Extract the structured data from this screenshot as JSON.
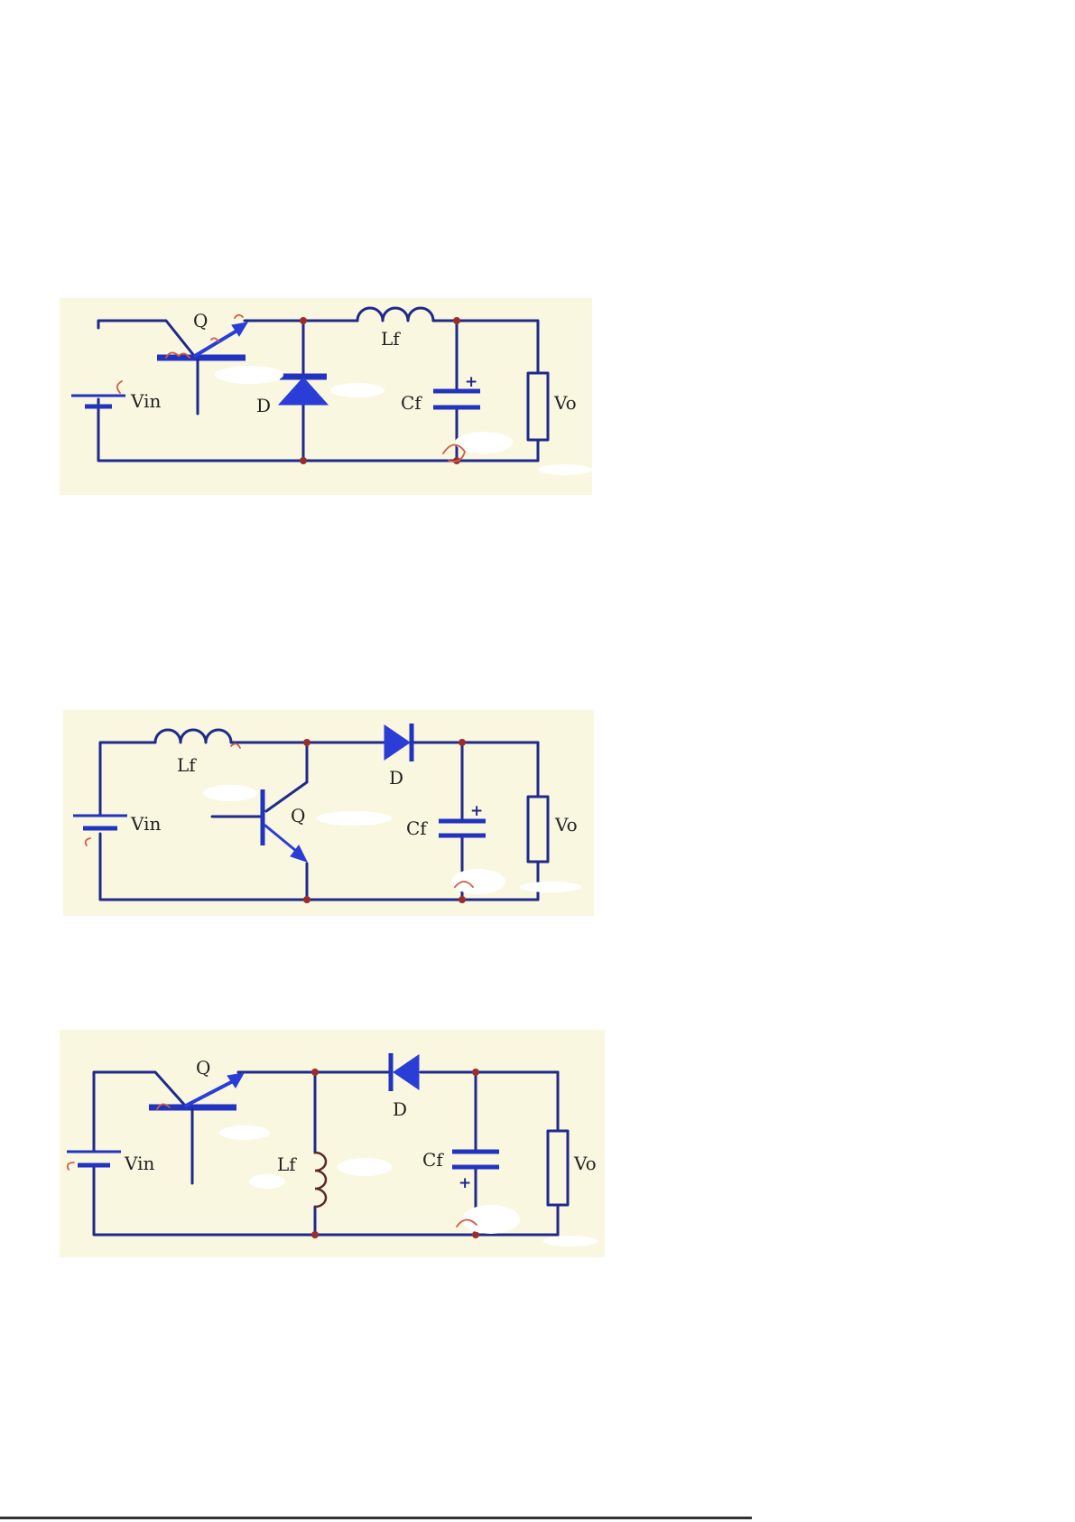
{
  "colors": {
    "panel_background": "#f9f7e0",
    "wire": "#1f2a8a",
    "component_fill": "#2a3dd6",
    "junction": "#9a2e2e",
    "pencil_marks": "#d35b45"
  },
  "diagrams": [
    {
      "topology": "buck",
      "labels": {
        "switch": "Q",
        "inductor": "Lf",
        "source": "Vin",
        "diode": "D",
        "capacitor": "Cf",
        "load": "Vo",
        "polarity": "+"
      }
    },
    {
      "topology": "boost",
      "labels": {
        "switch": "Q",
        "inductor": "Lf",
        "source": "Vin",
        "diode": "D",
        "capacitor": "Cf",
        "load": "Vo",
        "polarity": "+"
      }
    },
    {
      "topology": "buck-boost",
      "labels": {
        "switch": "Q",
        "inductor": "Lf",
        "source": "Vin",
        "diode": "D",
        "capacitor": "Cf",
        "load": "Vo",
        "polarity": "+"
      }
    }
  ]
}
